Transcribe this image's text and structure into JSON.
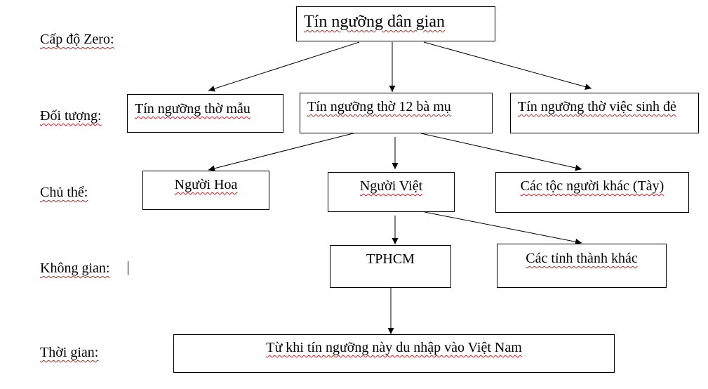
{
  "levels": {
    "zero": "Cấp độ Zero:",
    "object": "Đối tượng:",
    "subject": "Chủ thể:",
    "space": "Không gian:",
    "time": "Thời gian:"
  },
  "nodes": {
    "root": "Tín ngưỡng dân gian",
    "tho_mau": "Tín ngưỡng thờ mẫu",
    "tho_12_ba_mu": "Tín ngưỡng thờ 12 bà mụ",
    "tho_viec_sinh_de": "Tín ngưỡng thờ việc sinh đẻ",
    "nguoi_hoa": "Người Hoa",
    "nguoi_viet": "Người Việt",
    "cac_toc_nguoi_khac": "Các tộc người khác (Tày)",
    "tphcm": "TPHCM",
    "cac_tinh_thanh_khac": "Các tỉnh thành khác",
    "tu_khi": "Từ khi tín ngưỡng này du nhập vào Việt Nam"
  },
  "colors": {
    "line": "#000000",
    "spellcheck": "#d21f1f",
    "background": "#ffffff"
  }
}
